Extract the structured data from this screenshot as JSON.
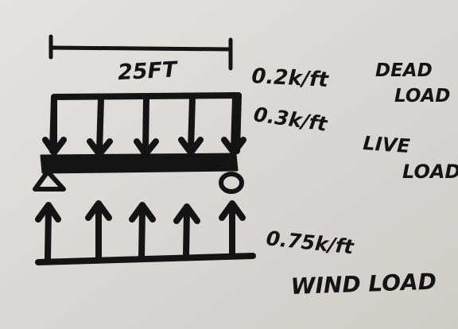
{
  "diagram": {
    "span_label": "25FT",
    "dead_load_value": "0.2k/ft",
    "dead_load_name": [
      "DEAD",
      "LOAD"
    ],
    "live_load_value": "0.3k/ft",
    "live_load_name": [
      "LIVE",
      "LOAD"
    ],
    "wind_load_value": "0.75k/ft",
    "wind_load_name": "WIND LOAD",
    "ink_color": "#141414",
    "paper_color": "#dcdad7"
  }
}
